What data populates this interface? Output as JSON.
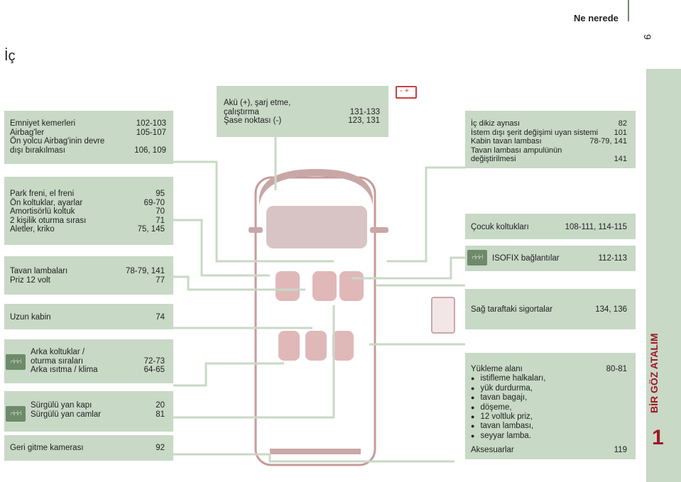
{
  "header": {
    "title": "Ne nerede",
    "page_number": "9",
    "section": "İç"
  },
  "sidebar": {
    "chapter_title": "BİR GÖZ ATALIM",
    "chapter_number": "1"
  },
  "battery_label": "- +",
  "boxes": {
    "safety": {
      "rows": [
        {
          "t": "Emniyet kemerleri",
          "p": "102-103"
        },
        {
          "t": "Airbag'ler",
          "p": "105-107"
        },
        {
          "t": "Ön yolcu Airbag'inin devre",
          "p": ""
        },
        {
          "t": "dışı bırakılması",
          "p": "106, 109"
        }
      ]
    },
    "battery": {
      "rows": [
        {
          "t": "Akü (+), şarj etme,",
          "p": ""
        },
        {
          "t": "çalıştırma",
          "p": "131-133"
        },
        {
          "t": "Şase noktası (-)",
          "p": "123, 131"
        }
      ]
    },
    "mirror": {
      "rows": [
        {
          "t": "İç dikiz aynası",
          "p": "82"
        },
        {
          "t": "İstem dışı şerit değişimi uyan sistemi",
          "p": "101"
        },
        {
          "t": "Kabin tavan lambası",
          "p": "78-79, 141"
        },
        {
          "t": "Tavan lambası ampulünün",
          "p": ""
        },
        {
          "t": "değiştirilmesi",
          "p": "141"
        }
      ]
    },
    "brake": {
      "rows": [
        {
          "t": "Park freni, el freni",
          "p": "95"
        },
        {
          "t": "Ön koltuklar, ayarlar",
          "p": "69-70"
        },
        {
          "t": "Amortisörlü koltuk",
          "p": "70"
        },
        {
          "t": "2 kişilik oturma sırası",
          "p": "71"
        },
        {
          "t": "Aletler, kriko",
          "p": "75, 145"
        }
      ]
    },
    "child": {
      "rows": [
        {
          "t": "Çocuk koltukları",
          "p": "108-111, 114-115"
        }
      ]
    },
    "isofix": {
      "rows": [
        {
          "t": "ISOFIX bağlantılar",
          "p": "112-113"
        }
      ]
    },
    "ceiling": {
      "rows": [
        {
          "t": "Tavan lambaları",
          "p": "78-79, 141"
        },
        {
          "t": "Priz 12 volt",
          "p": "77"
        }
      ]
    },
    "fuses": {
      "rows": [
        {
          "t": "Sağ taraftaki sigortalar",
          "p": "134, 136"
        }
      ]
    },
    "cabin": {
      "rows": [
        {
          "t": "Uzun kabin",
          "p": "74"
        }
      ]
    },
    "rear_seats": {
      "rows": [
        {
          "t": "Arka koltuklar /",
          "p": ""
        },
        {
          "t": "oturma sıraları",
          "p": "72-73"
        },
        {
          "t": "Arka ısıtma / klima",
          "p": "64-65"
        }
      ]
    },
    "sliding": {
      "rows": [
        {
          "t": "Sürgülü yan kapı",
          "p": "20"
        },
        {
          "t": "Sürgülü yan camlar",
          "p": "81"
        }
      ]
    },
    "camera": {
      "rows": [
        {
          "t": "Geri gitme kamerası",
          "p": "92"
        }
      ]
    },
    "loading": {
      "title": {
        "t": "Yükleme alanı",
        "p": "80-81"
      },
      "bullets": [
        "istifleme halkaları,",
        "yük durdurma,",
        "tavan bagajı,",
        "döşeme,",
        "12 voltluk priz,",
        "tavan lambası,",
        "seyyar lamba."
      ],
      "footer": {
        "t": "Aksesuarlar",
        "p": "119"
      }
    }
  },
  "icons": {
    "seat_icon": "seat-group-icon",
    "battery_icon": "battery-icon",
    "fuse_icon": "fuse-icon"
  }
}
